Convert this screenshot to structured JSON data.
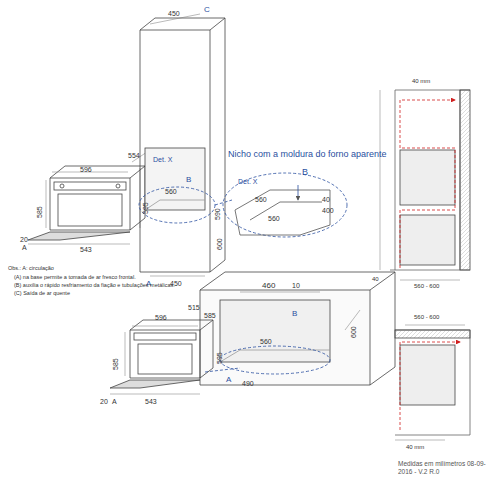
{
  "diagram": {
    "caption": "Medidas em milímetros 08-09-2016 - V.2 R.0",
    "labels": [
      "596",
      "554",
      "585",
      "595",
      "20",
      "543",
      "A",
      "C",
      "450",
      "Det. X",
      "B",
      "560",
      "590",
      "600",
      "A",
      "450",
      "Nicho com a moldura do forno aparente",
      "Det. X",
      "560",
      "B",
      "560",
      "40",
      "400",
      "Obs.: A: circulação",
      "(A) na base permite a tomada de ar fresco frontal.",
      "(B) auxilia o rápido resfriamento da fiação e tubulações metálicas.",
      "(C) Saída de ar quente",
      "460",
      "10",
      "B",
      "600",
      "560",
      "596",
      "585",
      "595",
      "515",
      "585",
      "A",
      "490",
      "20",
      "543",
      "A",
      "40 mm",
      "40",
      "560 - 600",
      "560 - 600",
      "40 mm"
    ]
  }
}
